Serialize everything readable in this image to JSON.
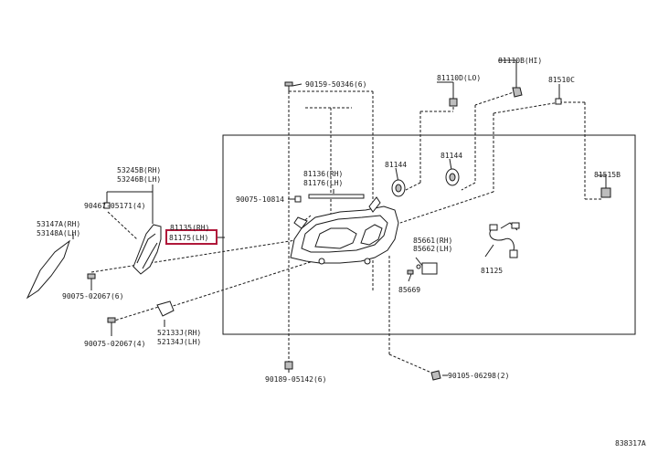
{
  "labels": {
    "p90159": "90159-50346(6)",
    "p81110D": "81110D(LO)",
    "p81110B": "81110B(HI)",
    "p81510C": "81510C",
    "p53245B": "53245B(RH)",
    "p53246B": "53246B(LH)",
    "p90467": "90467-05171(4)",
    "p53147A": "53147A(RH)",
    "p53148A": "53148A(LH)",
    "p90075a": "90075-10814",
    "p81136": "81136(RH)",
    "p81176": "81176(LH)",
    "p81144a": "81144",
    "p81144b": "81144",
    "p81515B": "81515B",
    "p81135": "81135(RH)",
    "p81175": "81175(LH)",
    "p85661": "85661(RH)",
    "p85662": "85662(LH)",
    "p90075b": "90075-02067(6)",
    "p85669": "85669",
    "p81125": "81125",
    "p90075c": "90075-02067(4)",
    "p52133": "52133J(RH)",
    "p52134": "52134J(LH)",
    "p90189": "90189-05142(6)",
    "p90105": "90105-06298(2)",
    "code": "838317A"
  },
  "highlight_color": "#b0183a"
}
